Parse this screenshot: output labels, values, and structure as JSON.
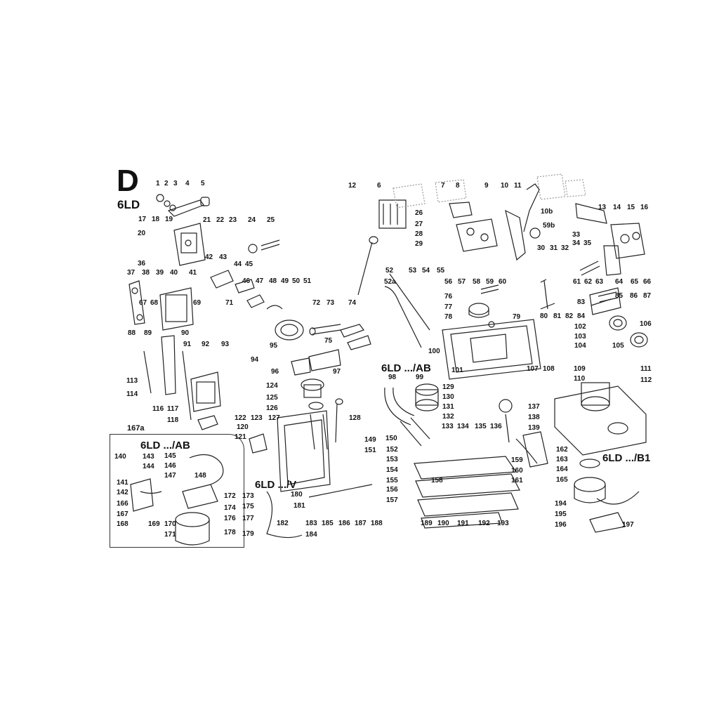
{
  "header": {
    "section_letter": "D",
    "model": "6LD"
  },
  "variants": {
    "inset_a_id": "167a",
    "inset_a_title": "6LD .../AB",
    "ab_main": "6LD .../AB",
    "v_variant": "6LD .../V",
    "b1_variant": "6LD .../B1"
  },
  "callouts": [
    "1",
    "2",
    "3",
    "4",
    "5",
    "17",
    "18",
    "19",
    "20",
    "21",
    "22",
    "23",
    "24",
    "25",
    "36",
    "39",
    "40",
    "41",
    "42",
    "43",
    "44",
    "45",
    "37",
    "38",
    "67",
    "68",
    "69",
    "46",
    "47",
    "48",
    "49",
    "50",
    "51",
    "71",
    "72",
    "73",
    "74",
    "75",
    "94",
    "95",
    "96",
    "97",
    "88",
    "89",
    "90",
    "91",
    "92",
    "93",
    "113",
    "114",
    "116",
    "117",
    "118",
    "122",
    "120",
    "121",
    "123",
    "127",
    "124",
    "125",
    "126",
    "128",
    "149",
    "151",
    "12",
    "52",
    "52a",
    "6",
    "26",
    "27",
    "28",
    "29",
    "53",
    "54",
    "55",
    "56",
    "57",
    "58",
    "59",
    "60",
    "7",
    "8",
    "9",
    "10",
    "11",
    "10b",
    "59b",
    "13",
    "14",
    "15",
    "16",
    "33",
    "34",
    "35",
    "30",
    "31",
    "32",
    "61",
    "62",
    "63",
    "64",
    "65",
    "66",
    "83",
    "80",
    "81",
    "82",
    "84",
    "85",
    "86",
    "87",
    "102",
    "103",
    "104",
    "105",
    "106",
    "76",
    "77",
    "78",
    "79",
    "100",
    "101",
    "107",
    "108",
    "109",
    "110",
    "111",
    "112",
    "98",
    "99",
    "129",
    "130",
    "131",
    "132",
    "133",
    "134",
    "135",
    "136",
    "150",
    "152",
    "153",
    "154",
    "155",
    "156",
    "157",
    "158",
    "159",
    "160",
    "161",
    "137",
    "138",
    "139",
    "162",
    "163",
    "164",
    "165",
    "194",
    "195",
    "196",
    "197",
    "140",
    "141",
    "142",
    "143",
    "144",
    "145",
    "146",
    "147",
    "148",
    "166",
    "167",
    "168",
    "169",
    "170",
    "171",
    "172",
    "174",
    "176",
    "178",
    "173",
    "175",
    "177",
    "179",
    "180",
    "181",
    "182",
    "183",
    "184",
    "185",
    "186",
    "187",
    "188",
    "189",
    "190",
    "191",
    "192",
    "193"
  ],
  "colors": {
    "line": "#222222",
    "shadow": "#9a9a9a",
    "paper": "#ffffff"
  }
}
